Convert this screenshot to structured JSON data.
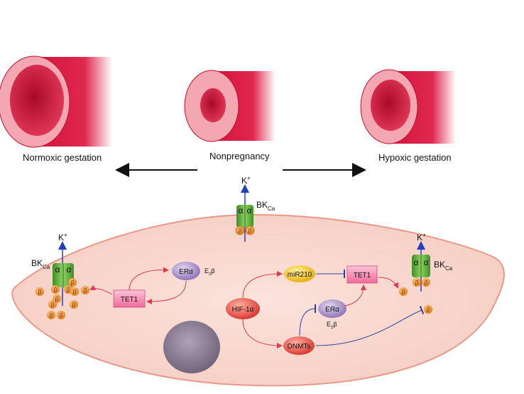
{
  "vessels": {
    "normoxic": "Normoxic gestation",
    "nonpregnancy": "Nonpregnancy",
    "hypoxic": "Hypoxic gestation"
  },
  "ions": {
    "k": "K",
    "k_charge": "+"
  },
  "channel": {
    "name": "BK",
    "sub": "Ca",
    "alpha": "α",
    "beta": "β"
  },
  "molecules": {
    "tet1": "TET1",
    "er_alpha": "ERα",
    "e2beta_main": "E",
    "e2beta_sub": "2",
    "e2beta_tail": "β",
    "hif1a": "HIF-1α",
    "mir210": "miR210",
    "dnmts": "DNMTs"
  },
  "colors": {
    "vessel_red": "#d4123c",
    "cell_fill": "#f8d6cc",
    "cell_stroke": "#e89a8a",
    "channel_green": "#5fb33a",
    "beta_orange": "#f08a1e",
    "tet1_pink": "#f06fa0",
    "er_purple": "#a58bc6",
    "mir210_yellow": "#f4c21a",
    "red_node": "#e8473f",
    "arrow_red": "#e03a4f",
    "inhibit_blue": "#2d3f9e",
    "k_arrow_blue": "#1f3fbf",
    "nucleus": "#8a7c92"
  }
}
